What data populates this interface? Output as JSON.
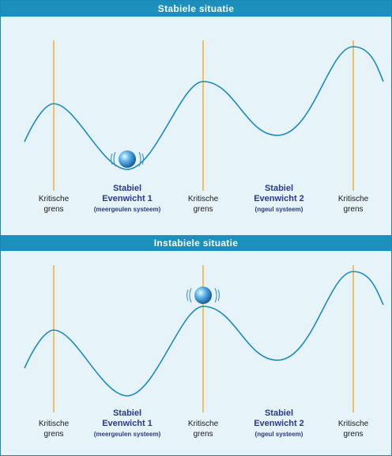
{
  "colors": {
    "header_bg": "#1d8fbd",
    "panel_bg": "#e6f3f9",
    "curve": "#1a8ac0",
    "critical_line": "#f0b030",
    "equilibrium_text": "#2a3a86"
  },
  "panels": [
    {
      "title": "Stabiele situatie",
      "labels": {
        "crit1": [
          "Kritische",
          "grens"
        ],
        "crit2": [
          "Kritische",
          "grens"
        ],
        "crit3": [
          "Kritische",
          "grens"
        ],
        "eq1": {
          "line1": "Stabiel",
          "line2": "Evenwicht  1",
          "sub": "(meergeulen  systeem)"
        },
        "eq2": {
          "line1": "Stabiel",
          "line2": "Evenwicht  2",
          "sub": "(ngeul  systeem)"
        }
      },
      "ball_position": "valley-1"
    },
    {
      "title": "Instabiele situatie",
      "labels": {
        "crit1": [
          "Kritische",
          "grens"
        ],
        "crit2": [
          "Kritische",
          "grens"
        ],
        "crit3": [
          "Kritische",
          "grens"
        ],
        "eq1": {
          "line1": "Stabiel",
          "line2": "Evenwicht  1",
          "sub": "(meergeulen  systeem)"
        },
        "eq2": {
          "line1": "Stabiel",
          "line2": "Evenwicht  2",
          "sub": "(ngeul  systeem)"
        }
      },
      "ball_position": "peak-2"
    }
  ]
}
